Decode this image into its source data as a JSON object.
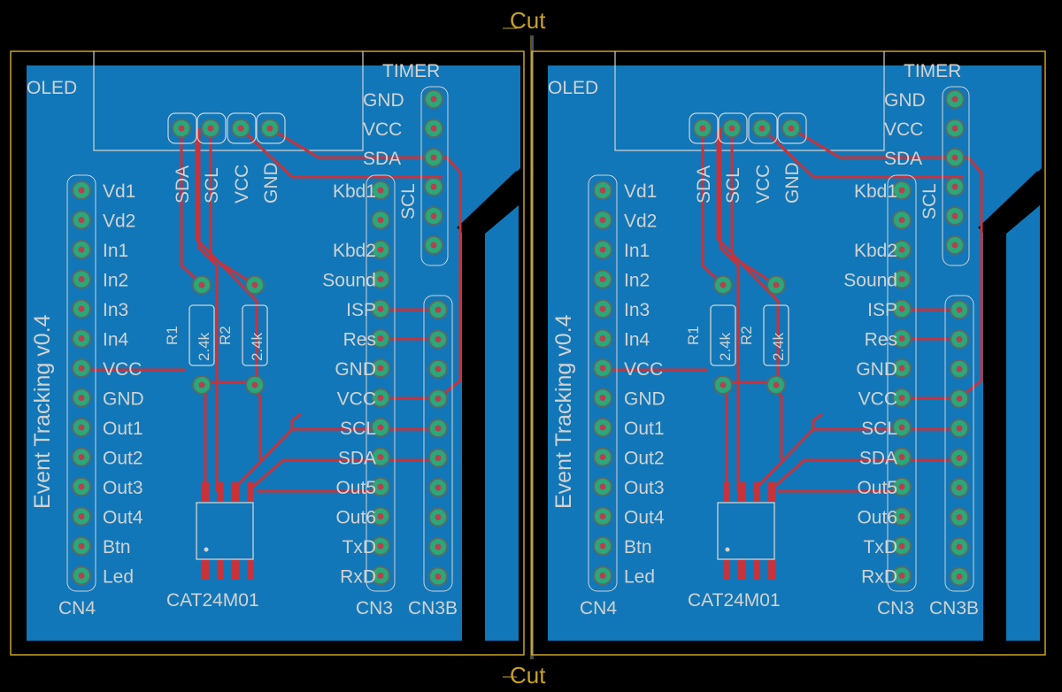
{
  "cut_label": "Cut",
  "colors": {
    "background": "#000000",
    "copper_pour": "#1177b8",
    "pad": "#2aa87a",
    "trace": "#c8323a",
    "outline": "#c9a227",
    "silkscreen": "#d2d2d2"
  },
  "boards": [
    {
      "oled": "OLED",
      "title": "Event Tracking v0.4",
      "timer": "TIMER",
      "oled_pins": [
        "SDA",
        "SCL",
        "VCC",
        "GND"
      ],
      "timer_pins": [
        "GND",
        "VCC",
        "SDA",
        "SCL"
      ],
      "cn4_label": "CN4",
      "cn4_pins": [
        "Vd1",
        "Vd2",
        "In1",
        "In2",
        "In3",
        "In4",
        "VCC",
        "GND",
        "Out1",
        "Out2",
        "Out3",
        "Out4",
        "Btn",
        "Led"
      ],
      "cn3_label": "CN3",
      "cn3b_label": "CN3B",
      "cn3_pins": [
        "Kbd1",
        "",
        "Kbd2",
        "Sound",
        "ISP",
        "Res",
        "GND",
        "VCC",
        "SCL",
        "SDA",
        "Out5",
        "Out6",
        "TxD",
        "RxD"
      ],
      "r1": {
        "name": "R1",
        "value": "2.4k"
      },
      "r2": {
        "name": "R2",
        "value": "2.4k"
      },
      "ic": "CAT24M01"
    },
    {
      "oled": "OLED",
      "title": "Event Tracking v0.4",
      "timer": "TIMER",
      "oled_pins": [
        "SDA",
        "SCL",
        "VCC",
        "GND"
      ],
      "timer_pins": [
        "GND",
        "VCC",
        "SDA",
        "SCL"
      ],
      "cn4_label": "CN4",
      "cn4_pins": [
        "Vd1",
        "Vd2",
        "In1",
        "In2",
        "In3",
        "In4",
        "VCC",
        "GND",
        "Out1",
        "Out2",
        "Out3",
        "Out4",
        "Btn",
        "Led"
      ],
      "cn3_label": "CN3",
      "cn3b_label": "CN3B",
      "cn3_pins": [
        "Kbd1",
        "",
        "Kbd2",
        "Sound",
        "ISP",
        "Res",
        "GND",
        "VCC",
        "SCL",
        "SDA",
        "Out5",
        "Out6",
        "TxD",
        "RxD"
      ],
      "r1": {
        "name": "R1",
        "value": "2.4k"
      },
      "r2": {
        "name": "R2",
        "value": "2.4k"
      },
      "ic": "CAT24M01"
    }
  ]
}
